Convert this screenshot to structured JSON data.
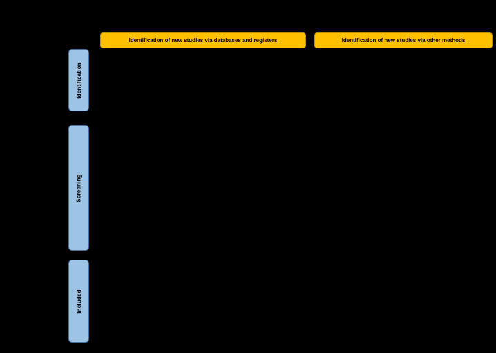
{
  "diagram": {
    "type": "prisma-flow-diagram",
    "headers": [
      {
        "label": "Identification of new studies via databases and registers"
      },
      {
        "label": "Identification of new studies via other methods"
      }
    ],
    "stages": [
      {
        "label": "Identification"
      },
      {
        "label": "Screening"
      },
      {
        "label": "Included"
      }
    ],
    "colors": {
      "background": "#000000",
      "header_fill": "#FFC000",
      "header_border": "#BF9000",
      "stage_fill": "#9DC3E6",
      "stage_border": "#41719C",
      "text": "#000000"
    }
  }
}
